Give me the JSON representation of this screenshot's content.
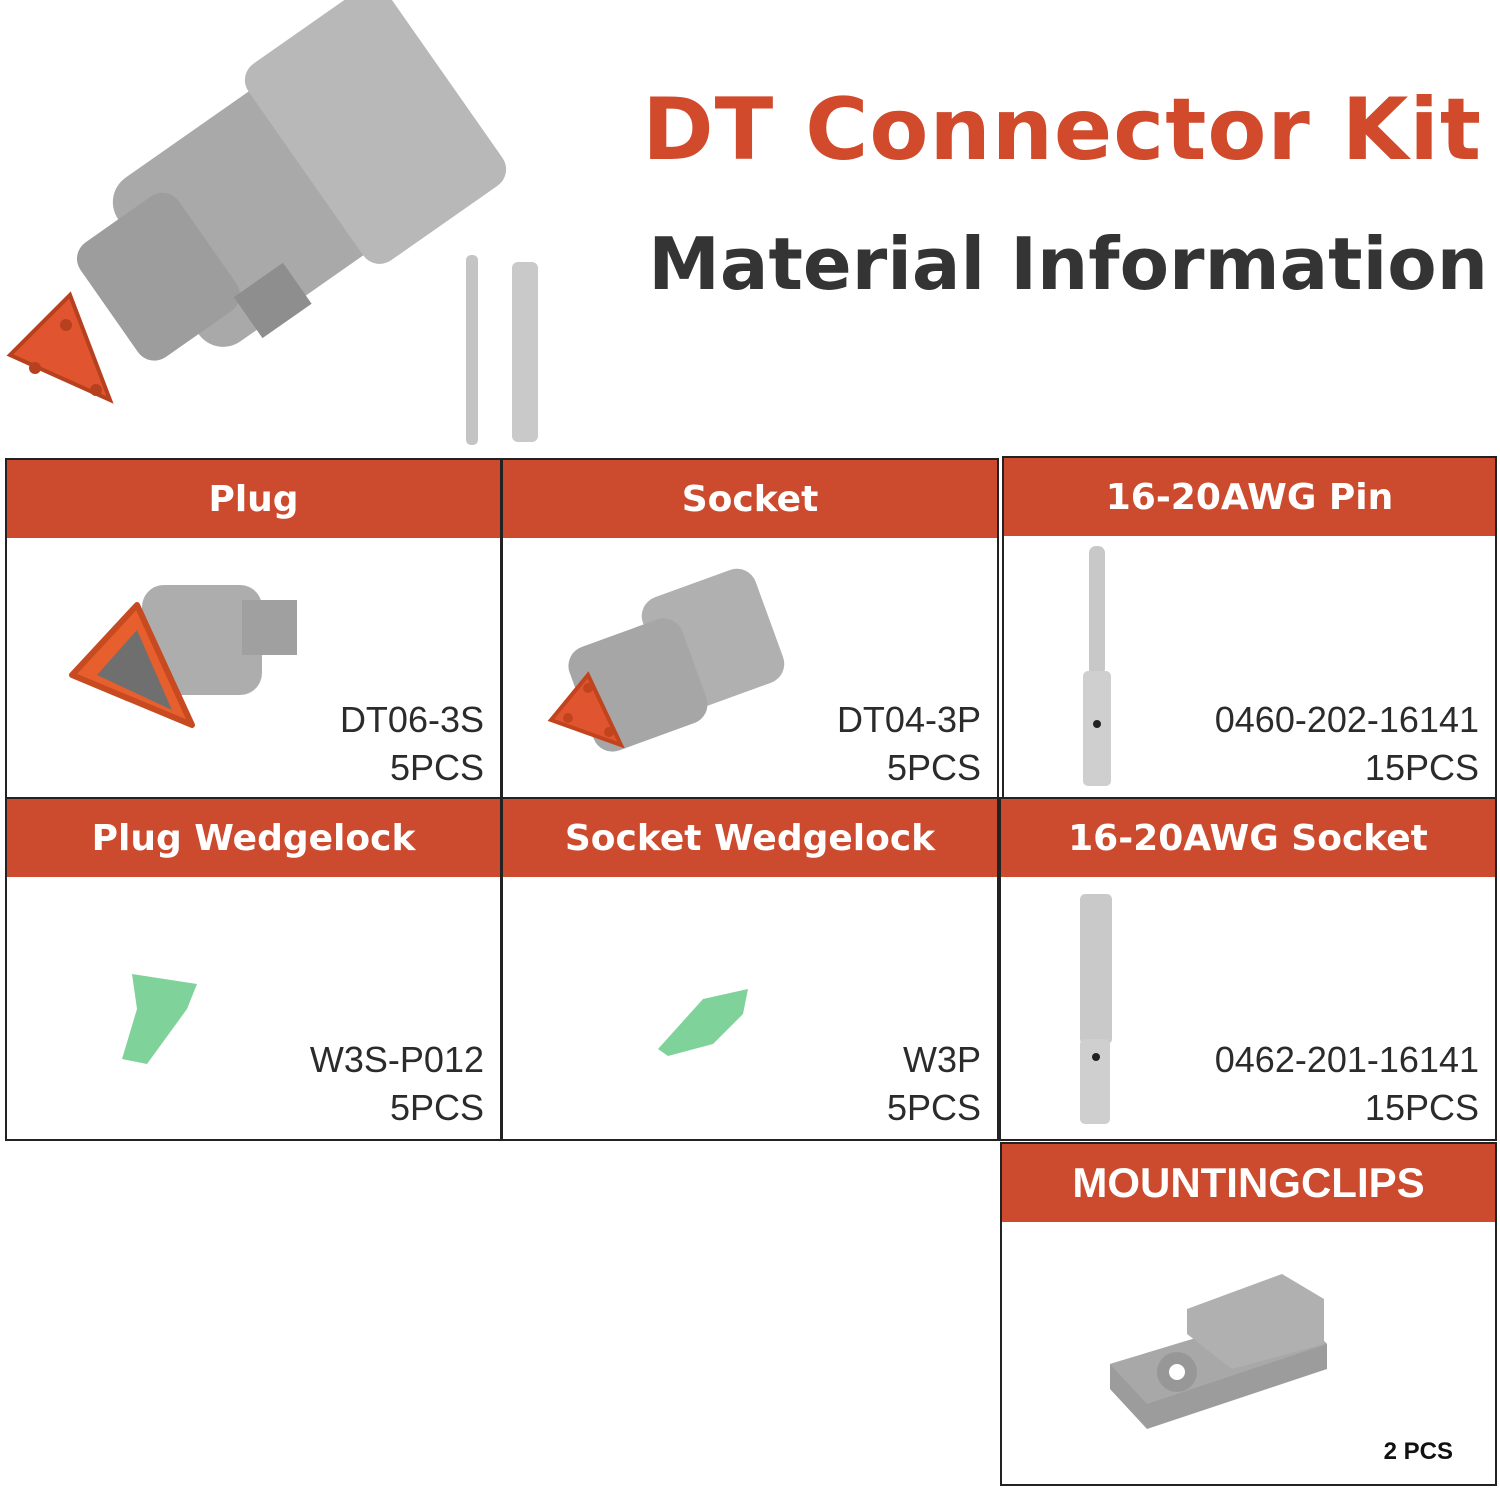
{
  "header": {
    "title": "DT Connector Kit",
    "subtitle": "Material Information"
  },
  "items": [
    {
      "name": "Plug",
      "code": "DT06-3S",
      "qty": "5PCS"
    },
    {
      "name": "Socket",
      "code": "DT04-3P",
      "qty": "5PCS"
    },
    {
      "name": "16-20AWG Pin",
      "code": "0460-202-16141",
      "qty": "15PCS"
    },
    {
      "name": "Plug Wedgelock",
      "code": "W3S-P012",
      "qty": "5PCS"
    },
    {
      "name": "Socket Wedgelock",
      "code": "W3P",
      "qty": "5PCS"
    },
    {
      "name": "16-20AWG Socket",
      "code": "0462-201-16141",
      "qty": "15PCS"
    },
    {
      "name": "MOUNTINGCLIPS",
      "qty": "2 PCS"
    }
  ],
  "colors": {
    "accent": "#cc4a2d",
    "title": "#d04a2b",
    "subtitle": "#343434",
    "gray_part": "#a8a8a8",
    "seal": "#e0552f",
    "wedge": "#7fd39a"
  }
}
